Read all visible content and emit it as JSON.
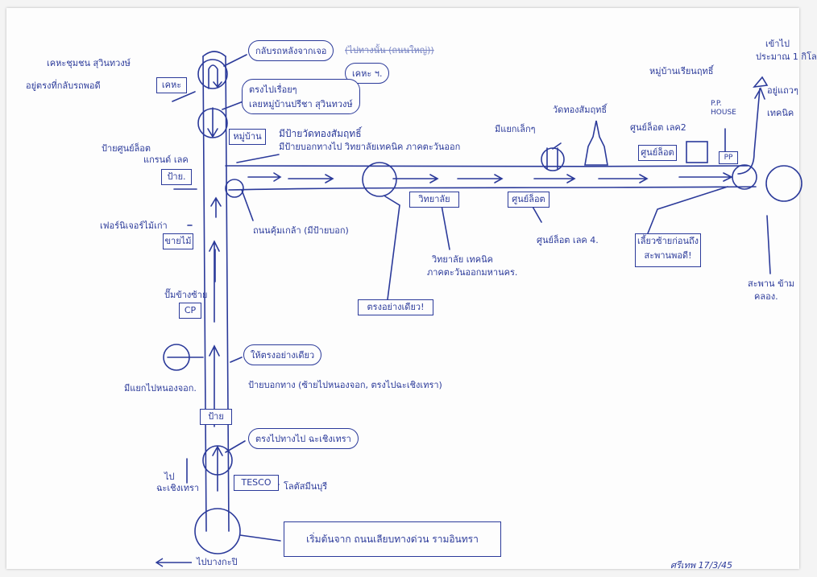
{
  "diagram": {
    "top_left": {
      "faculty_note": "เคหะชุมชน สุวินทวงษ์",
      "star_note": "อยู่ตรงที่กลับรถพอดี",
      "box_label": "เคหะ"
    },
    "callouts": {
      "u_turn": "กลับรถหลังจากเจอ",
      "u_turn_tail": "เคหะ ฯ.",
      "crossed_out": "(ไปทางนั้น (ถนนใหญ่))",
      "straight_on": "ตรงไปเรื่อยๆ",
      "village": "เลยหมู่บ้านปรีชา สุวินทวงษ์",
      "straight_careful": "ให้ตรงอย่างเดียว",
      "go_straight_chacherngsao": "ตรงไปทางไป ฉะเชิงเทรา",
      "straight_only": "ตรงอย่างเดียว!",
      "turn_left_arrive": "เลี้ยวซ้ายก่อนถึง สะพานพอดี!"
    },
    "left_labels": {
      "sign_lot": "ป้ายศูนย์ล็อต",
      "sign_lot_line2": "แกรนด์ เลค",
      "sign_box": "ป้าย.",
      "old_timber": "เฟอร์นิเจอร์ไม้เก่า",
      "timber_box": "ขายไม้",
      "gas_station": "ปั๊มข้างซ้าย",
      "cp_box": "CP",
      "junction_nongchok": "มีแยกไปหนองจอก.",
      "sign_post_box": "ป้าย",
      "to_chachoengsao": "ไป",
      "to_chachoengsao_line2": "ฉะเชิงเทรา",
      "tesco_box": "TESCO",
      "lotus": "โลตัสมีนบุรี",
      "to_bangkok": "ไปบางกะปิ"
    },
    "road_labels": {
      "village_box": "หมู่บ้าน",
      "wat_sign": "มีป้ายวัดทองสัมฤทธิ์",
      "college_sign": "มีป้ายบอกทางไป วิทยาลัยเทคนิค ภาคตะวันออก",
      "soi_old": "ถนนคุ้มเกล้า (มีป้ายบอก)",
      "signpost_note": "ป้ายบอกทาง (ซ้ายไปหนองจอก, ตรงไปฉะเชิงเทรา)",
      "college_box": "วิทยาลัย",
      "college_full": "วิทยาลัย เทคนิค",
      "college_full2": "ภาคตะวันออกมหานคร.",
      "lot4_box": "ศูนย์ล็อต",
      "lot4": "ศูนย์ล็อต เลค 4.",
      "junction_small": "มีแยกเล็กๆ",
      "temple": "วัดทองสัมฤทธิ์",
      "lot2": "ศูนย์ล็อต เลค2",
      "lot2_box": "ศูนย์ล็อต",
      "village_right": "หมู่บ้านเรียนฤทธิ์",
      "pp_house": "P.P. HOUSE",
      "pp_box": "PP",
      "bridge": "สะพาน ข้าม",
      "bridge2": "คลอง.",
      "destination": "เข้าไป",
      "destination2": "ประมาณ 1 กิโล",
      "destination3": "อยู่แถวๆ",
      "destination4": "เทคนิค",
      "start": "เริ่มต้นจาก ถนนเลียบทางด่วน รามอินทรา",
      "signature": "ศรีเทพ 17/3/45"
    }
  }
}
